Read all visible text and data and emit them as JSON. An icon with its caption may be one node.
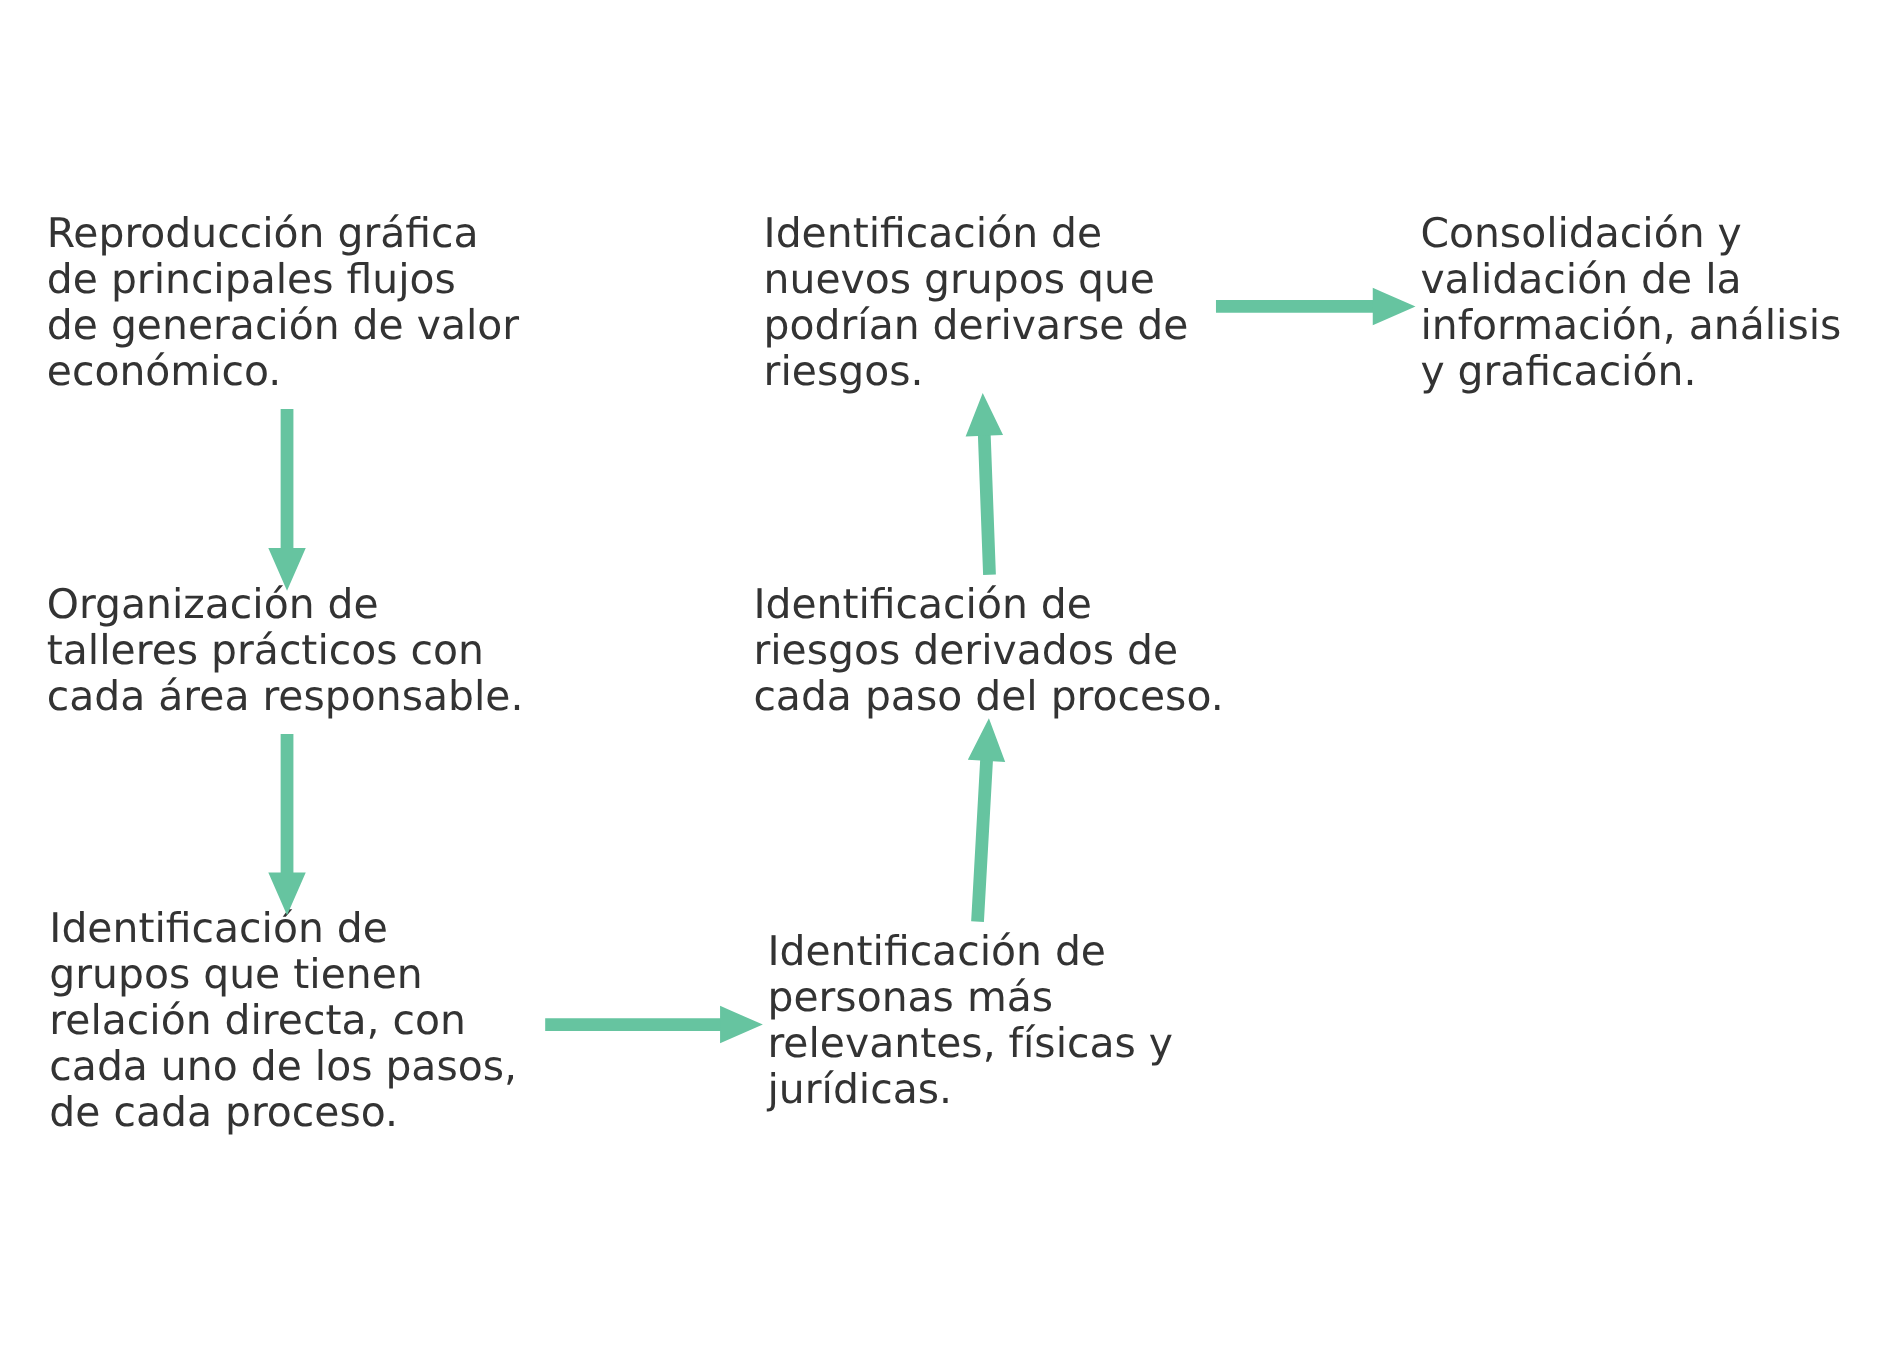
{
  "diagram": {
    "nodes": [
      {
        "text": [
          "Reproducción gráfica de principales flujos de generación de valor económico."
        ]
      },
      {
        "text": [
          "Organización de talleres prácticos con cada área responsable."
        ]
      },
      {
        "text": [
          "Identificación de grupos que tienen relación directa, con cada uno de los pasos, de cada proceso."
        ]
      },
      {
        "text": [
          "Identificación de personas más relevantes, físicas y jurídicas."
        ]
      },
      {
        "text": [
          "Identificación de riesgos derivados de cada paso del proceso."
        ]
      },
      {
        "text": [
          "Identificación de nuevos grupos que podrían derivarse de riesgos."
        ]
      },
      {
        "text": [
          "Consolidación y validación de la información, análisis y graficación."
        ]
      }
    ],
    "edges": [
      {
        "from": 0,
        "to": 1,
        "arrow": "to"
      },
      {
        "from": 1,
        "to": 2,
        "arrow": "to"
      },
      {
        "from": 2,
        "to": 3,
        "arrow": "to"
      },
      {
        "from": 3,
        "to": 4,
        "arrow": "to"
      },
      {
        "from": 4,
        "to": 5,
        "arrow": "to"
      },
      {
        "from": 5,
        "to": 6,
        "arrow": "to"
      }
    ]
  }
}
